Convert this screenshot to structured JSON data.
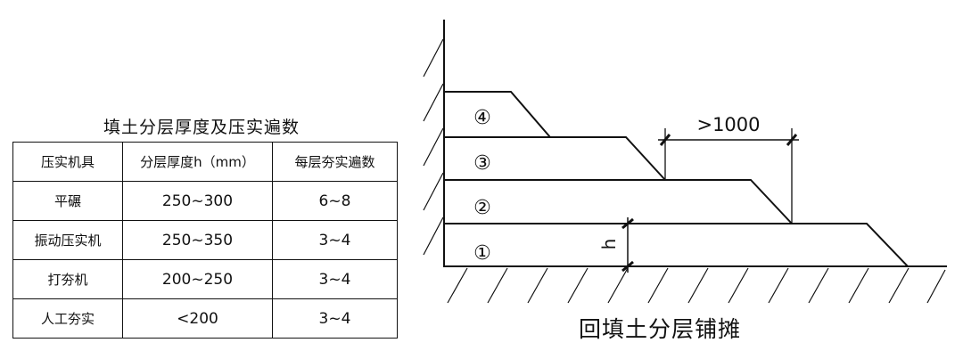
{
  "table": {
    "title": "填土分层厚度及压实遍数",
    "headers": [
      "压实机具",
      "分层厚度h（mm）",
      "每层夯实遍数"
    ],
    "rows": [
      [
        "平碾",
        "250~300",
        "6~8"
      ],
      [
        "振动压实机",
        "250~350",
        "3~4"
      ],
      [
        "打夯机",
        "200~250",
        "3~4"
      ],
      [
        "人工夯实",
        "<200",
        "3~4"
      ]
    ]
  },
  "diagram": {
    "caption": "回填土分层铺摊",
    "layer_labels": [
      "④",
      "③",
      "②",
      "①"
    ],
    "dimension_label": ">1000",
    "height_label": "h"
  }
}
